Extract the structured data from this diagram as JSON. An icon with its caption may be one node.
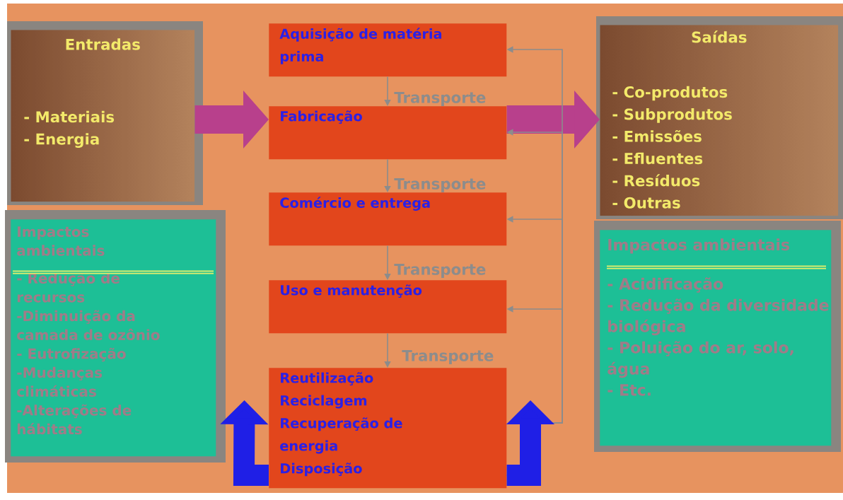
{
  "diagram": {
    "nodes": [
      {
        "text": [
          "Entradas",
          "- Materiais",
          "- Energia"
        ]
      },
      {
        "text": [
          "Aquisição de matéria prima"
        ]
      },
      {
        "text": [
          "Fabricação"
        ]
      },
      {
        "text": [
          "Comércio e entrega"
        ]
      },
      {
        "text": [
          "Uso e manutenção"
        ]
      },
      {
        "text": [
          "Reutilização",
          "Reciclagem",
          "Recuperação de energia",
          "Disposição"
        ]
      },
      {
        "text": [
          "Saídas",
          "- Co-produtos",
          "- Subprodutos",
          "- Emissões",
          "- Efluentes",
          "- Resíduos",
          "- Outras"
        ]
      },
      {
        "text": [
          "Impactos ambientais",
          "- Redução de recursos",
          "-Diminuição da camada de ozônio",
          "- Eutrofização",
          "-Mudanças climáticas",
          "-Alterações de hábitats"
        ]
      },
      {
        "text": [
          "Impactos ambientais",
          "- Acidificação",
          "- Redução da diversidade biológica",
          "- Poluição do ar, solo, água",
          "- Etc."
        ]
      }
    ],
    "edges": [
      {
        "from": 0,
        "to": 2,
        "arrow": "to",
        "style": "thick",
        "color": "#b8408c"
      },
      {
        "from": 2,
        "to": 6,
        "arrow": "to",
        "style": "thick",
        "color": "#b8408c"
      },
      {
        "from": 1,
        "to": 2,
        "arrow": "to",
        "label": "Transporte"
      },
      {
        "from": 2,
        "to": 3,
        "arrow": "to",
        "label": "Transporte"
      },
      {
        "from": 3,
        "to": 4,
        "arrow": "to",
        "label": "Transporte"
      },
      {
        "from": 4,
        "to": 5,
        "arrow": "to",
        "label": "Transporte"
      },
      {
        "from": 5,
        "to": 1,
        "arrow": "to"
      },
      {
        "from": 5,
        "to": 2,
        "arrow": "to"
      },
      {
        "from": 5,
        "to": 3,
        "arrow": "to"
      },
      {
        "from": 5,
        "to": 4,
        "arrow": "to"
      },
      {
        "from": 5,
        "to": 7,
        "arrow": "to",
        "style": "thick",
        "color": "#1f1fe6"
      }
    ]
  }
}
